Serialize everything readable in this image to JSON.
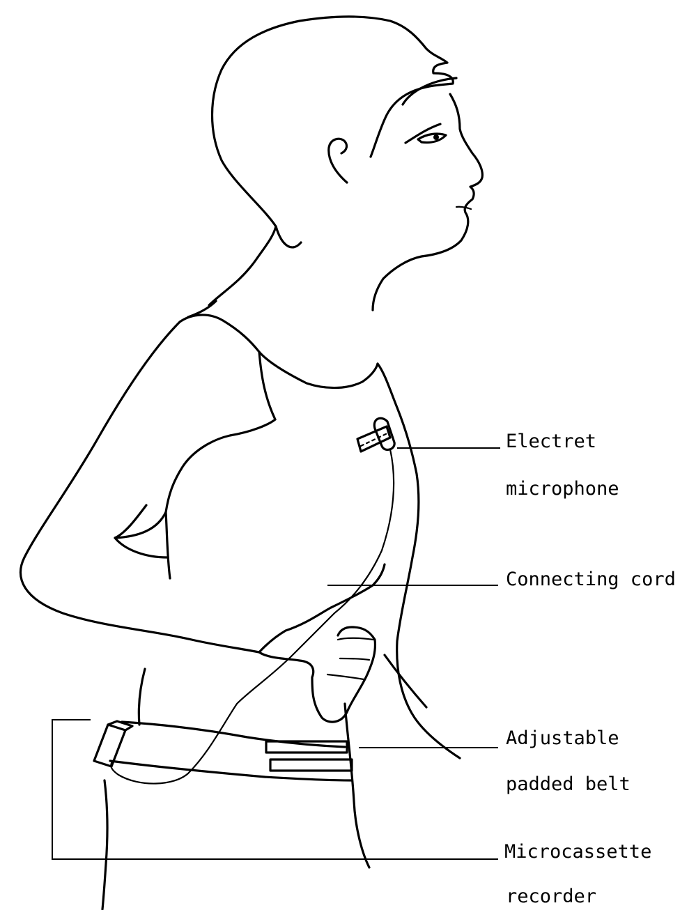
{
  "labels": {
    "microphone": {
      "line1": "Electret",
      "line2": "microphone"
    },
    "cord": {
      "line1": "Connecting cord"
    },
    "belt": {
      "line1": "Adjustable",
      "line2": "padded belt"
    },
    "recorder": {
      "line1": "Microcassette",
      "line2": "recorder"
    }
  }
}
